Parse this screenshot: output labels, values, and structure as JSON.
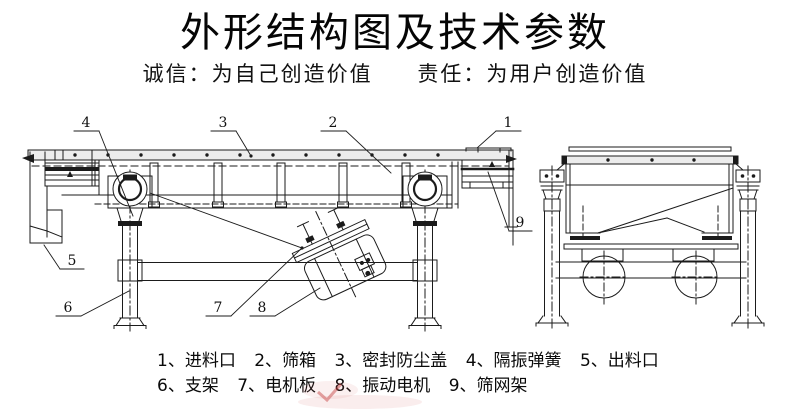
{
  "header": {
    "title": "外形结构图及技术参数",
    "slogan_left": "诚信：为自己创造价值",
    "slogan_right": "责任：为用户创造价值"
  },
  "legend": {
    "row1": [
      {
        "num": "1、",
        "name": "进料口"
      },
      {
        "num": "2、",
        "name": "筛箱"
      },
      {
        "num": "3、",
        "name": "密封防尘盖"
      },
      {
        "num": "4、",
        "name": "隔振弹簧"
      },
      {
        "num": "5、",
        "name": "出料口"
      }
    ],
    "row2": [
      {
        "num": "6、",
        "name": "支架"
      },
      {
        "num": "7、",
        "name": "电机板"
      },
      {
        "num": "8、",
        "name": "振动电机"
      },
      {
        "num": "9、",
        "name": "筛网架"
      }
    ]
  },
  "diagram": {
    "callouts": {
      "c1": "1",
      "c2": "2",
      "c3": "3",
      "c4": "4",
      "c5": "5",
      "c6": "6",
      "c7": "7",
      "c8": "8",
      "c9": "9"
    },
    "colors": {
      "line": "#1b1b1b",
      "band_fill": "#ececec",
      "background": "#ffffff",
      "watermark": "#c03434"
    }
  }
}
